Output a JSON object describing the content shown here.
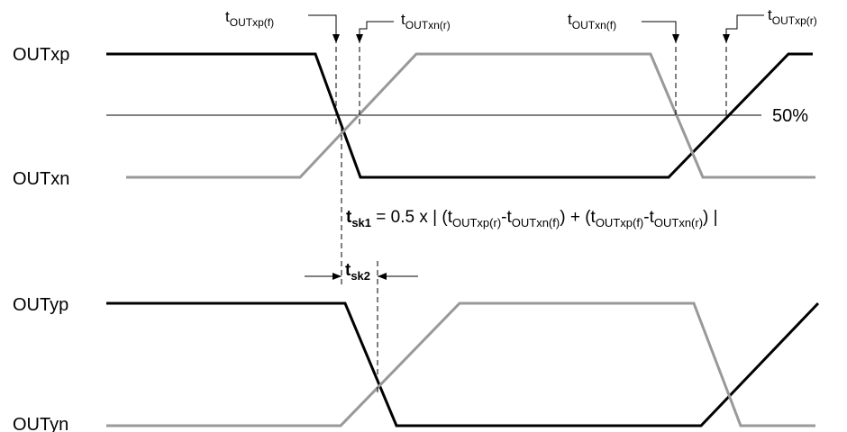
{
  "signals": {
    "outxp": "OUTxp",
    "outxn": "OUTxn",
    "outyp": "OUTyp",
    "outyn": "OUTyn"
  },
  "threshold": "50%",
  "timing_labels": {
    "t_outxp_f": {
      "t": "t",
      "sub": "OUTxp(f)"
    },
    "t_outxn_r": {
      "t": "t",
      "sub": "OUTxn(r)"
    },
    "t_outxn_f": {
      "t": "t",
      "sub": "OUTxn(f)"
    },
    "t_outxp_r": {
      "t": "t",
      "sub": "OUTxp(r)"
    }
  },
  "tsk2": {
    "t": "t",
    "sub": "sk2"
  },
  "formula": {
    "t": "t",
    "sk1": "sk1",
    "eq": " = 0.5 x | (t",
    "s1": "OUTxp(r)",
    "m1": "-t",
    "s2": "OUTxn(f)",
    "mid": ") + (t",
    "s3": "OUTxp(f)",
    "m2": "-t",
    "s4": "OUTxn(r)",
    "end": ") |"
  },
  "colors": {
    "p_trace": "#000000",
    "n_trace": "#999999"
  }
}
